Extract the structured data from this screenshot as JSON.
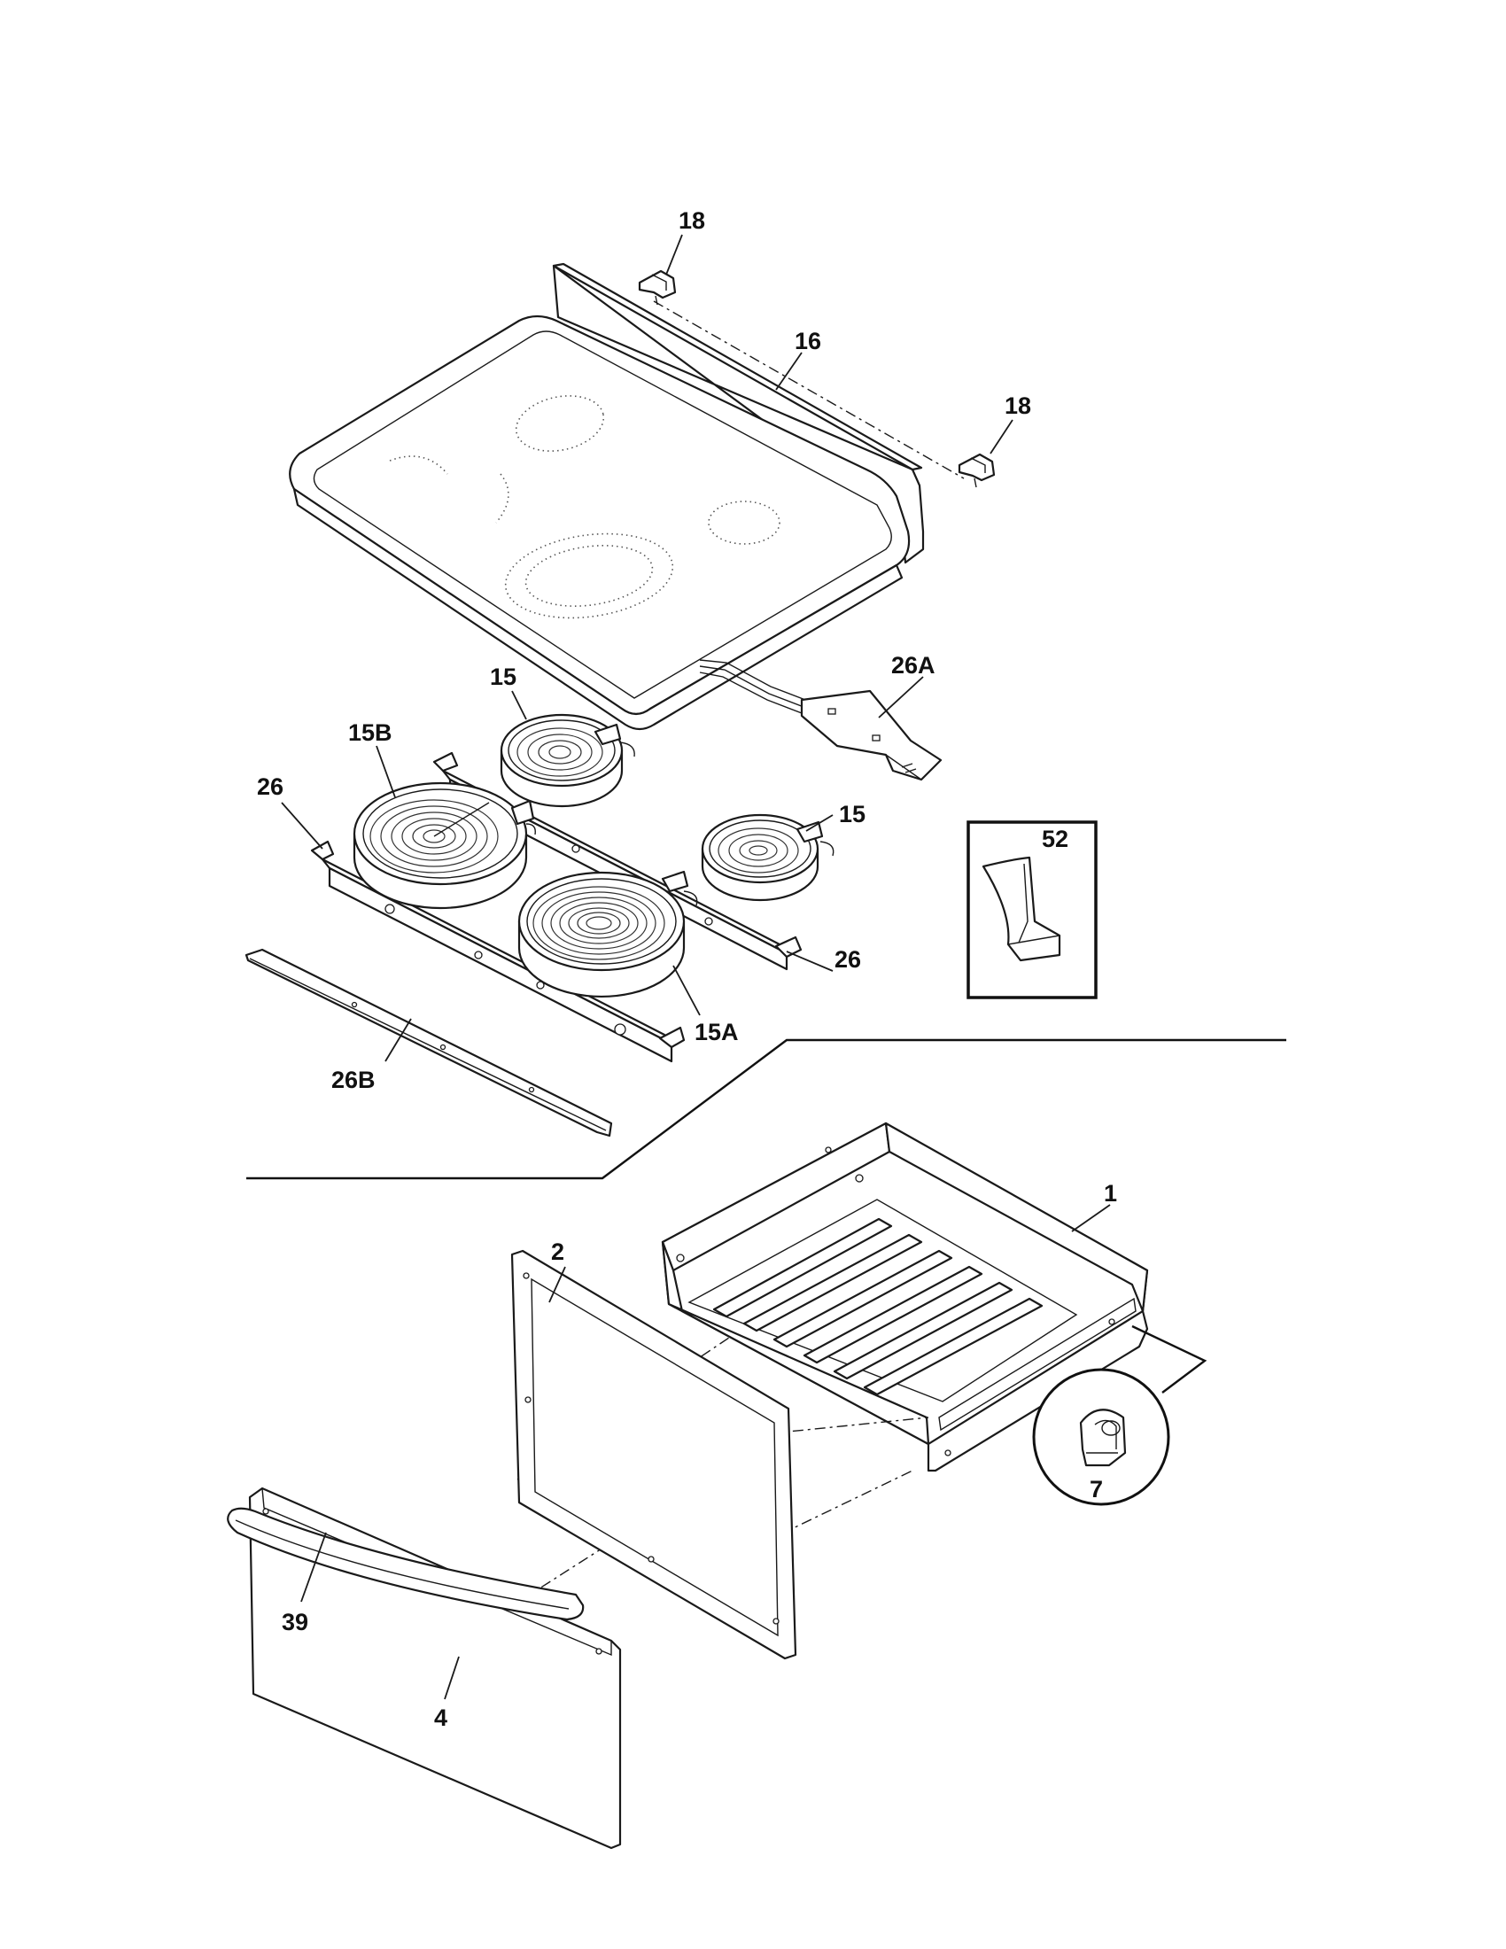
{
  "diagram": {
    "labels": {
      "clip_top": "18",
      "cooktop": "16",
      "clip_right": "18",
      "element_rear_left": "15",
      "harness_bracket": "26A",
      "element_large_left": "15B",
      "bracket_left": "26",
      "element_right": "15",
      "inset_part": "52",
      "bracket_right": "26",
      "element_front": "15A",
      "front_rail": "26B",
      "drawer_body": "1",
      "drawer_panel": "2",
      "drawer_front": "4",
      "handle": "39",
      "roller_part": "7"
    }
  }
}
